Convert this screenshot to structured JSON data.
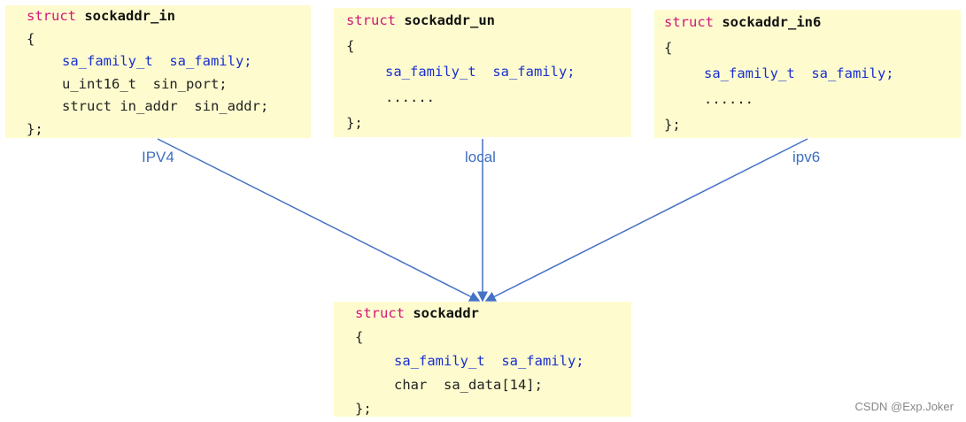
{
  "structs": [
    {
      "keyword": "struct",
      "name": "sockaddr_in",
      "open": "{",
      "fields": [
        {
          "text": "sa_family_t  sa_family;",
          "highlight": true
        },
        {
          "text": "u_int16_t  sin_port;",
          "highlight": false
        },
        {
          "text": "struct in_addr  sin_addr;",
          "highlight": false
        }
      ],
      "close": "};"
    },
    {
      "keyword": "struct",
      "name": "sockaddr_un",
      "open": "{",
      "fields": [
        {
          "text": "sa_family_t  sa_family;",
          "highlight": true
        },
        {
          "text": "......",
          "highlight": false
        }
      ],
      "close": "};"
    },
    {
      "keyword": "struct",
      "name": "sockaddr_in6",
      "open": "{",
      "fields": [
        {
          "text": "sa_family_t  sa_family;",
          "highlight": true
        },
        {
          "text": "......",
          "highlight": false
        }
      ],
      "close": "};"
    },
    {
      "keyword": "struct",
      "name": "sockaddr",
      "open": "{",
      "fields": [
        {
          "text": "sa_family_t  sa_family;",
          "highlight": true
        },
        {
          "text": "char  sa_data[14];",
          "highlight": false
        }
      ],
      "close": "};"
    }
  ],
  "labels": {
    "ipv4": "IPV4",
    "local": "local",
    "ipv6": "ipv6"
  },
  "colors": {
    "arrow": "#4472c4",
    "box": "#fefccf",
    "keyword": "#d2157a",
    "type": "#1a2fd0"
  },
  "watermark": "CSDN @Exp.Joker"
}
